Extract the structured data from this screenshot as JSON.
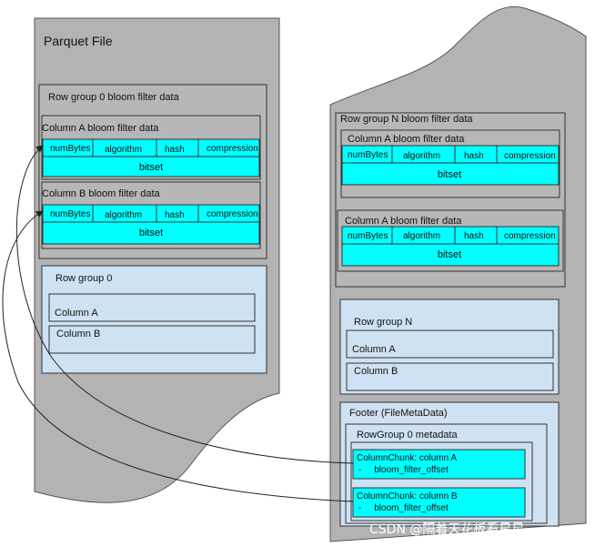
{
  "left_file": {
    "title": "Parquet File",
    "bloom_section": {
      "title": "Row group 0 bloom filter data",
      "columns": [
        {
          "title": "Column A bloom filter data",
          "header": [
            "numBytes",
            "algorithm",
            "hash",
            "compression"
          ],
          "bitset": "bitset"
        },
        {
          "title": "Column  B  bloom filter data",
          "header": [
            "numBytes",
            "algorithm",
            "hash",
            "compression"
          ],
          "bitset": "bitset"
        }
      ]
    },
    "row_group": {
      "title": "Row group 0",
      "columns": [
        "Column A",
        "Column B"
      ]
    }
  },
  "right_file": {
    "bloom_section": {
      "title": "Row group N  bloom filter data",
      "columns": [
        {
          "title": "Column A bloom filter data",
          "header": [
            "numBytes",
            "algorithm",
            "hash",
            "compression"
          ],
          "bitset": "bitset"
        },
        {
          "title": "Column A bloom filter data",
          "header": [
            "numBytes",
            "algorithm",
            "hash",
            "compression"
          ],
          "bitset": "bitset"
        }
      ]
    },
    "row_group": {
      "title": "Row group N",
      "columns": [
        "Column A",
        "Column B"
      ]
    },
    "footer": {
      "title": "Footer (FileMetaData)",
      "rowgroup_meta": {
        "title": "RowGroup 0 metadata",
        "chunks": [
          {
            "title": "ColumnChunk: column A",
            "field": "-     bloom_filter_offset"
          },
          {
            "title": "ColumnChunk: column B",
            "field": "-     bloom_filter_offset"
          }
        ]
      }
    }
  },
  "watermark": "CSDN @隔着天花板看星星",
  "colors": {
    "file_bg": "#b3b3b3",
    "section_bg": "#b7b7b7",
    "rowgroup_bg": "#cfe2f3",
    "cyan": "#00ffff",
    "border": "#555555"
  }
}
